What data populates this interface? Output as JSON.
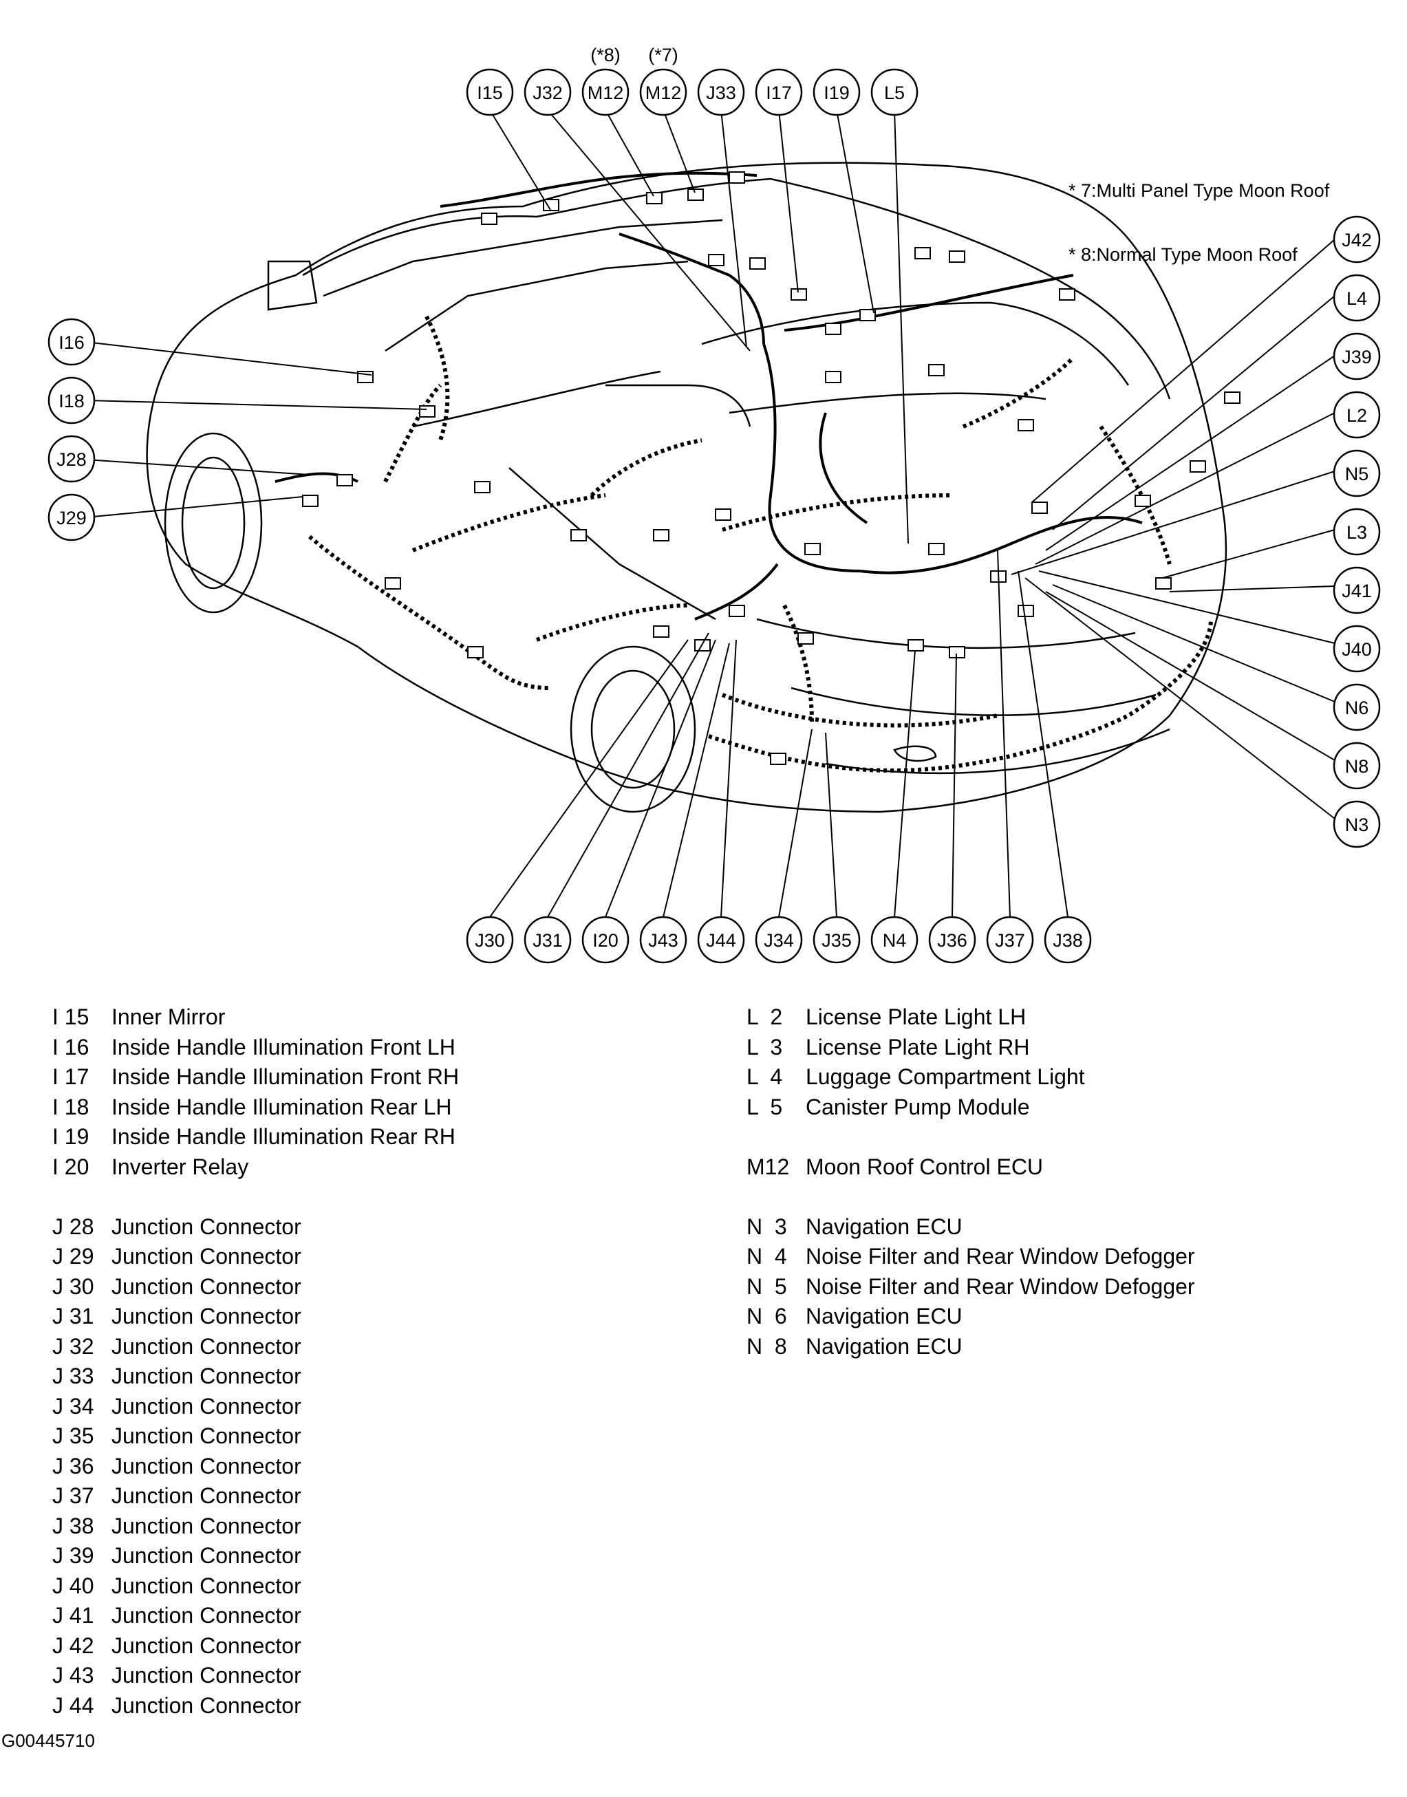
{
  "notes": [
    "* 7:Multi Panel Type Moon Roof",
    "* 8:Normal Type Moon Roof"
  ],
  "top_callouts": [
    {
      "label": "I15"
    },
    {
      "label": "J32"
    },
    {
      "label": "M12",
      "variant": "(*8)"
    },
    {
      "label": "M12",
      "variant": "(*7)"
    },
    {
      "label": "J33"
    },
    {
      "label": "I17"
    },
    {
      "label": "I19"
    },
    {
      "label": "L5"
    }
  ],
  "left_callouts": [
    {
      "label": "I16"
    },
    {
      "label": "I18"
    },
    {
      "label": "J28"
    },
    {
      "label": "J29"
    }
  ],
  "right_callouts": [
    {
      "label": "J42"
    },
    {
      "label": "L4"
    },
    {
      "label": "J39"
    },
    {
      "label": "L2"
    },
    {
      "label": "N5"
    },
    {
      "label": "L3"
    },
    {
      "label": "J41"
    },
    {
      "label": "J40"
    },
    {
      "label": "N6"
    },
    {
      "label": "N8"
    },
    {
      "label": "N3"
    }
  ],
  "bottom_callouts": [
    {
      "label": "J30"
    },
    {
      "label": "J31"
    },
    {
      "label": "I20"
    },
    {
      "label": "J43"
    },
    {
      "label": "J44"
    },
    {
      "label": "J34"
    },
    {
      "label": "J35"
    },
    {
      "label": "N4"
    },
    {
      "label": "J36"
    },
    {
      "label": "J37"
    },
    {
      "label": "J38"
    }
  ],
  "legend_left": [
    {
      "code": "I 15",
      "desc": "Inner Mirror"
    },
    {
      "code": "I 16",
      "desc": "Inside Handle Illumination Front LH"
    },
    {
      "code": "I 17",
      "desc": "Inside Handle Illumination Front RH"
    },
    {
      "code": "I 18",
      "desc": "Inside Handle Illumination Rear LH"
    },
    {
      "code": "I 19",
      "desc": "Inside Handle Illumination Rear RH"
    },
    {
      "code": "I 20",
      "desc": "Inverter Relay"
    },
    {
      "code": "J 28",
      "desc": "Junction Connector"
    },
    {
      "code": "J 29",
      "desc": "Junction Connector"
    },
    {
      "code": "J 30",
      "desc": "Junction Connector"
    },
    {
      "code": "J 31",
      "desc": "Junction Connector"
    },
    {
      "code": "J 32",
      "desc": "Junction Connector"
    },
    {
      "code": "J 33",
      "desc": "Junction Connector"
    },
    {
      "code": "J 34",
      "desc": "Junction Connector"
    },
    {
      "code": "J 35",
      "desc": "Junction Connector"
    },
    {
      "code": "J 36",
      "desc": "Junction Connector"
    },
    {
      "code": "J 37",
      "desc": "Junction Connector"
    },
    {
      "code": "J 38",
      "desc": "Junction Connector"
    },
    {
      "code": "J 39",
      "desc": "Junction Connector"
    },
    {
      "code": "J 40",
      "desc": "Junction Connector"
    },
    {
      "code": "J 41",
      "desc": "Junction Connector"
    },
    {
      "code": "J 42",
      "desc": "Junction Connector"
    },
    {
      "code": "J 43",
      "desc": "Junction Connector"
    },
    {
      "code": "J 44",
      "desc": "Junction Connector"
    }
  ],
  "legend_right": [
    {
      "code": "L  2",
      "desc": "License Plate Light LH"
    },
    {
      "code": "L  3",
      "desc": "License Plate Light RH"
    },
    {
      "code": "L  4",
      "desc": "Luggage Compartment Light"
    },
    {
      "code": "L  5",
      "desc": "Canister Pump Module"
    },
    {
      "code": "M12",
      "desc": "Moon Roof Control ECU"
    },
    {
      "code": "N  3",
      "desc": "Navigation ECU"
    },
    {
      "code": "N  4",
      "desc": "Noise Filter and Rear Window Defogger"
    },
    {
      "code": "N  5",
      "desc": "Noise Filter and Rear Window Defogger"
    },
    {
      "code": "N  6",
      "desc": "Navigation ECU"
    },
    {
      "code": "N  8",
      "desc": "Navigation ECU"
    }
  ],
  "figure_id": "G00445710"
}
